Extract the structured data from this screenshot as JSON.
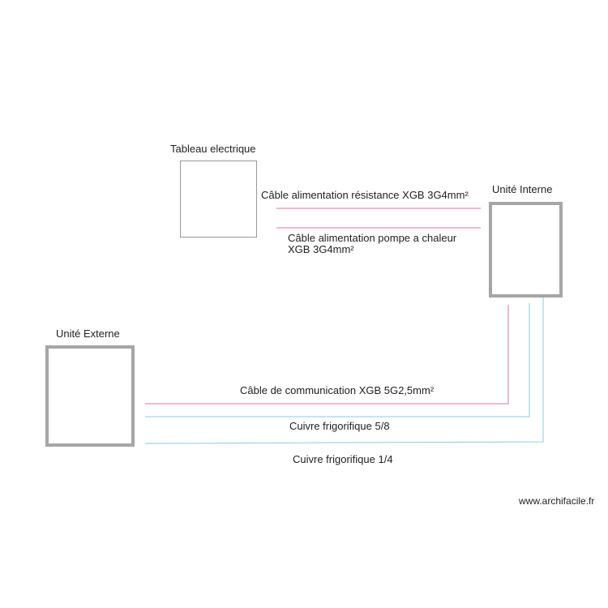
{
  "diagram": {
    "nodes": {
      "tableau": {
        "label": "Tableau electrique"
      },
      "unite_interne": {
        "label": "Unité Interne"
      },
      "unite_externe": {
        "label": "Unité Externe"
      }
    },
    "cables": {
      "alim_resistance": {
        "label": "Câble alimentation résistance XGB 3G4mm²",
        "color": "#e57a84"
      },
      "alim_pompe": {
        "label_line1": "Câble alimentation pompe a chaleur",
        "label_line2": "XGB 3G4mm²",
        "color": "#e57a84"
      },
      "communication": {
        "label": "Câble de communication XGB 5G2,5mm²",
        "color": "#e57a84"
      },
      "cuivre_5_8": {
        "label": "Cuivre frigorifique 5/8",
        "color": "#8fc7e0"
      },
      "cuivre_1_4": {
        "label": "Cuivre frigorifique 1/4",
        "color": "#8fc7e0"
      }
    }
  },
  "watermark": {
    "text": "www.archifacile.fr"
  }
}
